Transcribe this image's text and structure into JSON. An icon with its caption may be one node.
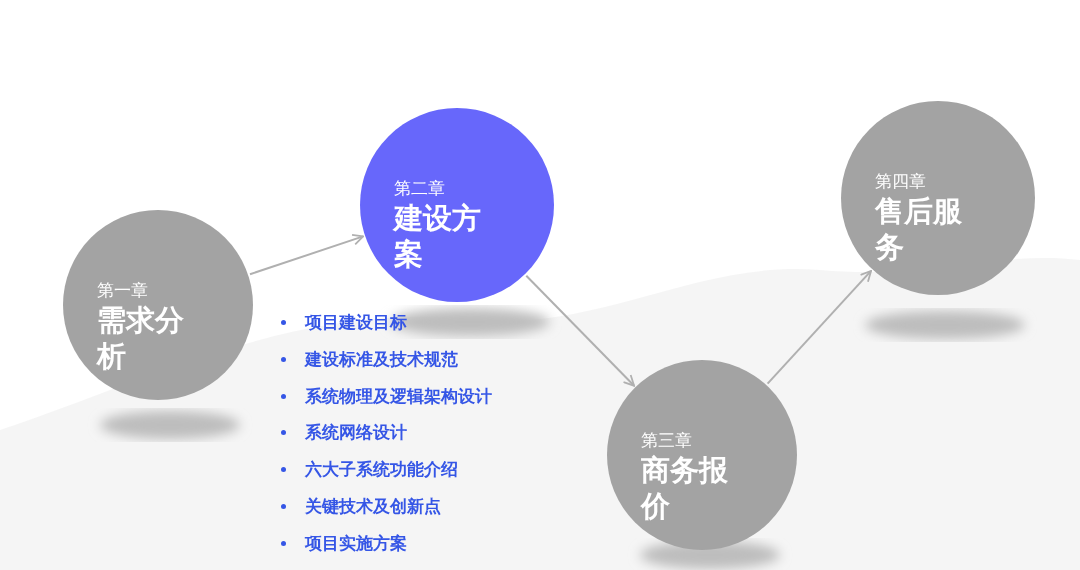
{
  "diagram": {
    "nodes": [
      {
        "text": [
          "第一章",
          "需求分析"
        ]
      },
      {
        "text": [
          "第二章",
          "建设方案"
        ]
      },
      {
        "text": [
          "第三章",
          "商务报价"
        ]
      },
      {
        "text": [
          "第四章",
          "售后服务"
        ]
      }
    ],
    "edges": [
      {
        "from": 0,
        "to": 1,
        "arrow": "to"
      },
      {
        "from": 1,
        "to": 2,
        "arrow": "to"
      },
      {
        "from": 2,
        "to": 3,
        "arrow": "to"
      }
    ],
    "labels": [
      "项目建设目标",
      "建设标准及技术规范",
      "系统物理及逻辑架构设计",
      "系统网络设计",
      "六大子系统功能介绍",
      "关键技术及创新点",
      "项目实施方案"
    ]
  }
}
